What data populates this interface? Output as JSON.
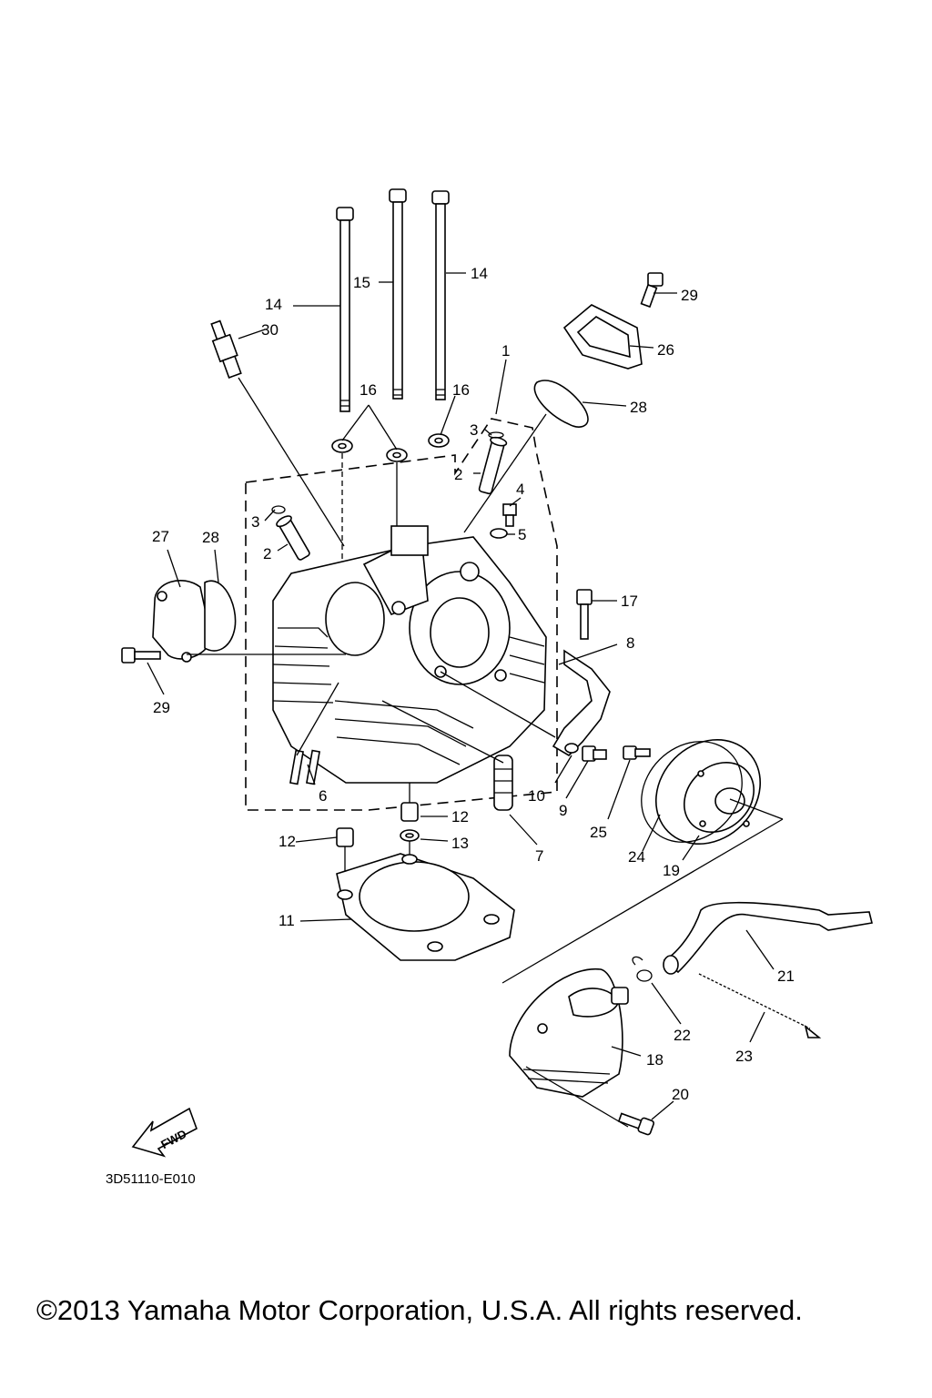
{
  "diagram": {
    "callouts": {
      "c1": "1",
      "c2a": "2",
      "c2b": "2",
      "c3a": "3",
      "c3b": "3",
      "c4": "4",
      "c5": "5",
      "c6": "6",
      "c7": "7",
      "c8": "8",
      "c9": "9",
      "c10": "10",
      "c11": "11",
      "c12a": "12",
      "c12b": "12",
      "c13": "13",
      "c14a": "14",
      "c14b": "14",
      "c15": "15",
      "c16a": "16",
      "c16b": "16",
      "c17": "17",
      "c18": "18",
      "c19": "19",
      "c20": "20",
      "c21": "21",
      "c22": "22",
      "c23": "23",
      "c24": "24",
      "c25": "25",
      "c26": "26",
      "c27": "27",
      "c28a": "28",
      "c28b": "28",
      "c29a": "29",
      "c29b": "29",
      "c30": "30"
    },
    "fwd_label": "FWD",
    "diagram_code": "3D51110-E010"
  },
  "footer": {
    "copyright": "©2013 Yamaha Motor Corporation, U.S.A. All rights reserved."
  }
}
